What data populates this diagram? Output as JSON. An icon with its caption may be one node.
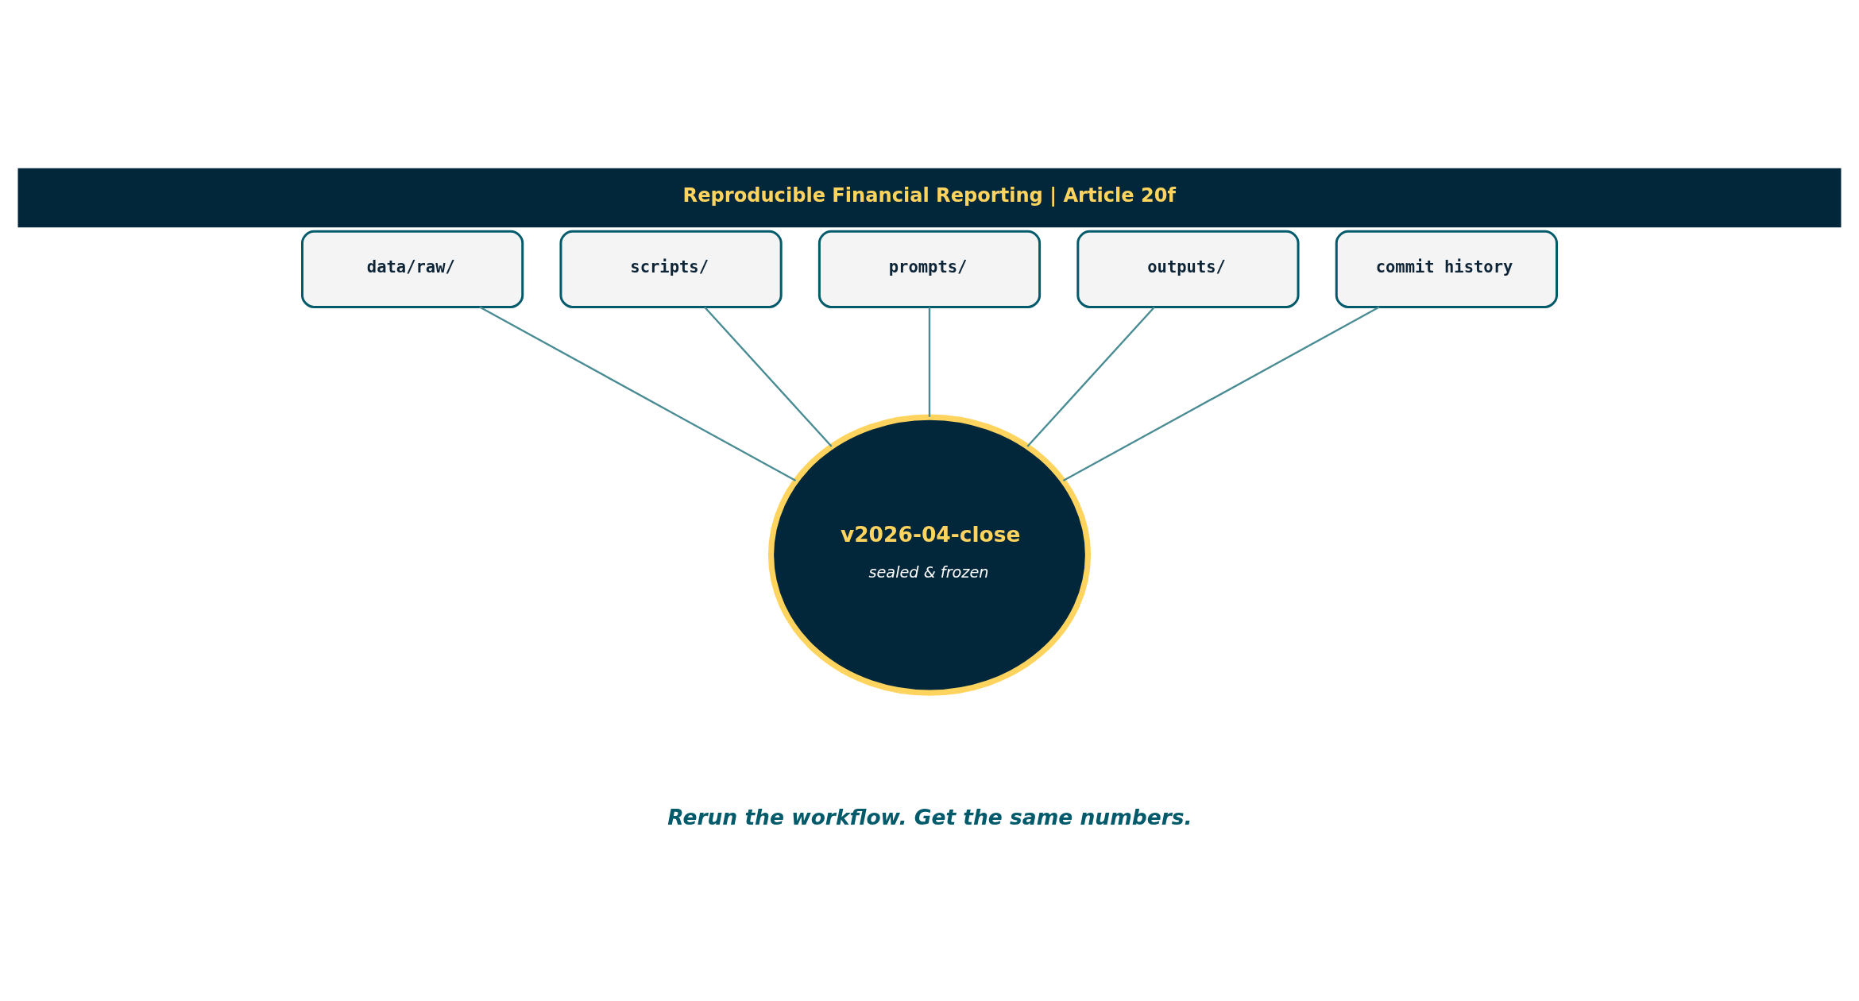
{
  "diagram": {
    "title": "Reproducible Financial Reporting | Article 20f",
    "caption": "Rerun the workflow. Get the same numbers.",
    "nodes": [
      {
        "text": [
          "data/raw/"
        ]
      },
      {
        "text": [
          "scripts/"
        ]
      },
      {
        "text": [
          "prompts/"
        ]
      },
      {
        "text": [
          "outputs/"
        ]
      },
      {
        "text": [
          "commit history"
        ]
      },
      {
        "text": [
          "v2026-04-close",
          "sealed & frozen"
        ]
      }
    ],
    "edges": [
      {
        "from": 0,
        "to": 5,
        "arrow": "none"
      },
      {
        "from": 1,
        "to": 5,
        "arrow": "none"
      },
      {
        "from": 2,
        "to": 5,
        "arrow": "none"
      },
      {
        "from": 3,
        "to": 5,
        "arrow": "none"
      },
      {
        "from": 4,
        "to": 5,
        "arrow": "none"
      }
    ]
  }
}
